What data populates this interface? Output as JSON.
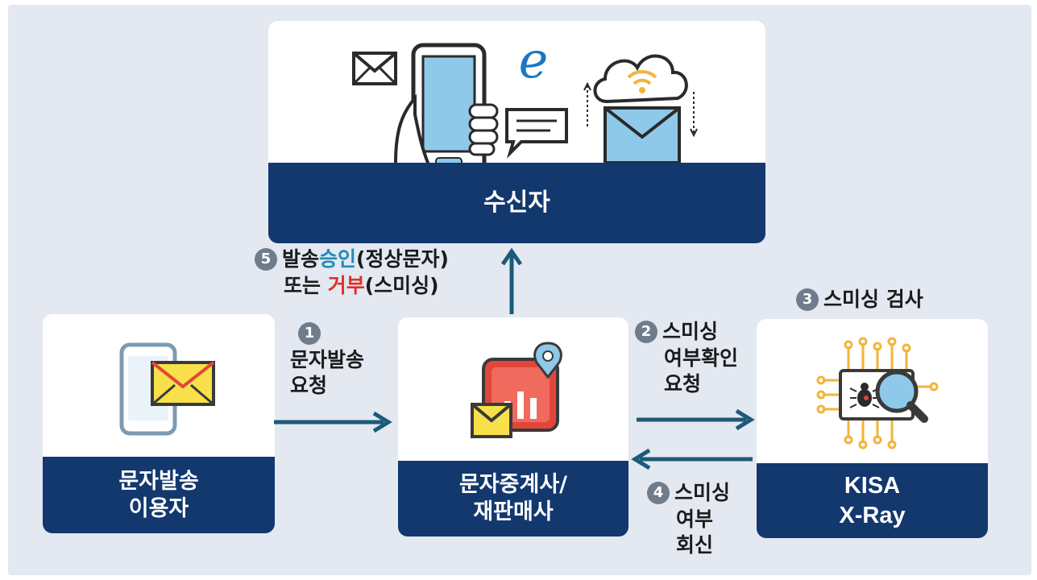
{
  "colors": {
    "navy": "#12386e",
    "arrow": "#1c5a78",
    "background": "#e3e8f1",
    "accent_red": "#e0302a",
    "accent_blue": "#1f8cb8"
  },
  "receiver": {
    "label": "수신자",
    "icons": [
      "envelope-icon",
      "smartphone-hand-icon",
      "internet-explorer-icon",
      "chat-bubble-icon",
      "cloud-wifi-icon",
      "email-envelope-icon"
    ]
  },
  "sender": {
    "label": "문자발송\n이용자",
    "icon": "phone-mail-icon"
  },
  "relay": {
    "label": "문자중계사/\n재판매사",
    "icon": "messaging-stats-icon"
  },
  "kisa": {
    "label": "KISA\nX-Ray",
    "icon": "circuit-bug-magnifier-icon"
  },
  "steps": [
    {
      "number": "1",
      "lines": [
        "문자발송",
        "요청"
      ]
    },
    {
      "number": "2",
      "lines": [
        "스미싱",
        "여부확인",
        "요청"
      ]
    },
    {
      "number": "3",
      "text": "스미싱 검사"
    },
    {
      "number": "4",
      "lines": [
        "스미싱",
        "여부",
        "회신"
      ]
    },
    {
      "number": "5",
      "line1_prefix": "발송",
      "line1_highlight": "승인",
      "line1_suffix": "(정상문자)",
      "line2_prefix": "또는 ",
      "line2_highlight": "거부",
      "line2_suffix": "(스미싱)"
    }
  ]
}
